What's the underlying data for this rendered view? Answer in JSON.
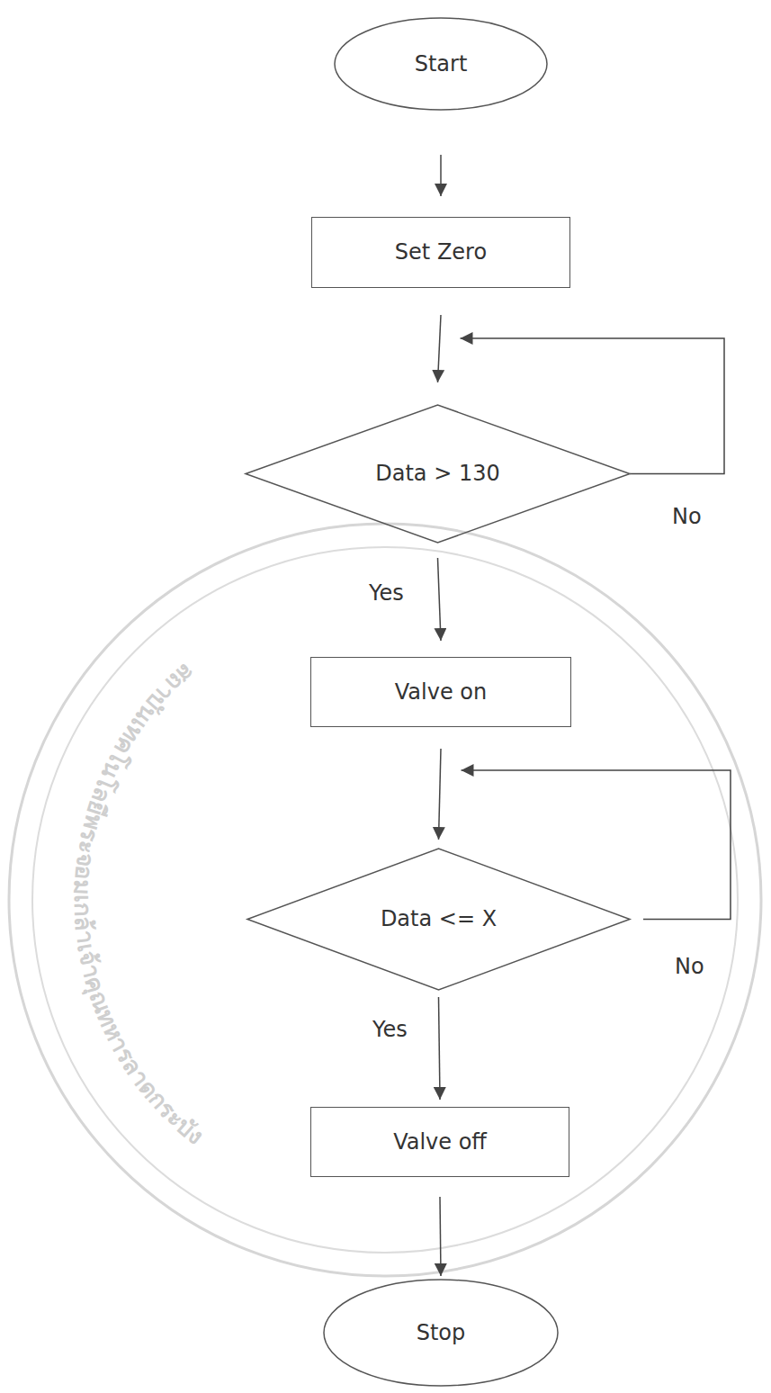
{
  "diagram": {
    "nodes": [
      {
        "text": [
          "Start"
        ]
      },
      {
        "text": [
          "Set Zero"
        ]
      },
      {
        "text": [
          "Data > 130"
        ]
      },
      {
        "text": [
          "Valve on"
        ]
      },
      {
        "text": [
          "Data <= X"
        ]
      },
      {
        "text": [
          "Valve off"
        ]
      },
      {
        "text": [
          "Stop"
        ]
      }
    ],
    "edges": [
      {
        "from": 0,
        "to": 1,
        "arrow": "to"
      },
      {
        "from": 1,
        "to": 2,
        "arrow": "to"
      },
      {
        "from": 2,
        "to": 2,
        "label": "No",
        "arrow": "to"
      },
      {
        "from": 2,
        "to": 3,
        "label": "Yes",
        "arrow": "to"
      },
      {
        "from": 3,
        "to": 4,
        "arrow": "to"
      },
      {
        "from": 4,
        "to": 4,
        "label": "No",
        "arrow": "to"
      },
      {
        "from": 4,
        "to": 5,
        "label": "Yes",
        "arrow": "to"
      },
      {
        "from": 5,
        "to": 6,
        "arrow": "to"
      }
    ],
    "labels": [
      "สถาบันเทคโนโลยีพระจอมเกล้าเจ้าคุณทหารลาดกระบัง"
    ]
  }
}
